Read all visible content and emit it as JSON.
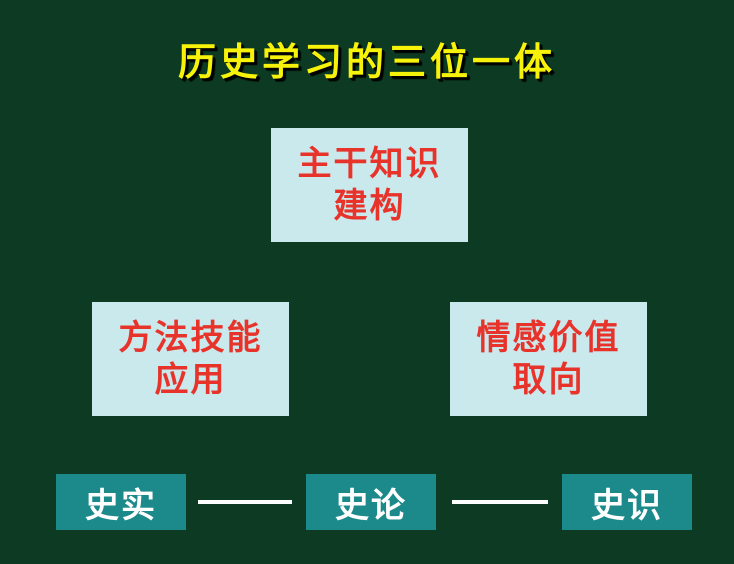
{
  "title": "历史学习的三位一体",
  "boxes": {
    "top": {
      "line1": "主干知识",
      "line2": "建构"
    },
    "left": {
      "line1": "方法技能",
      "line2": "应用"
    },
    "right": {
      "line1": "情感价值",
      "line2": "取向"
    }
  },
  "bottom_tags": [
    "史实",
    "史论",
    "史识"
  ],
  "colors": {
    "background": "#0c3a22",
    "title": "#f6f20a",
    "box_fill": "#c9e9ec",
    "box_text": "#e8332b",
    "tag_fill": "#1c8a8a",
    "tag_text": "#ffffff",
    "connector": "#ffffff"
  }
}
